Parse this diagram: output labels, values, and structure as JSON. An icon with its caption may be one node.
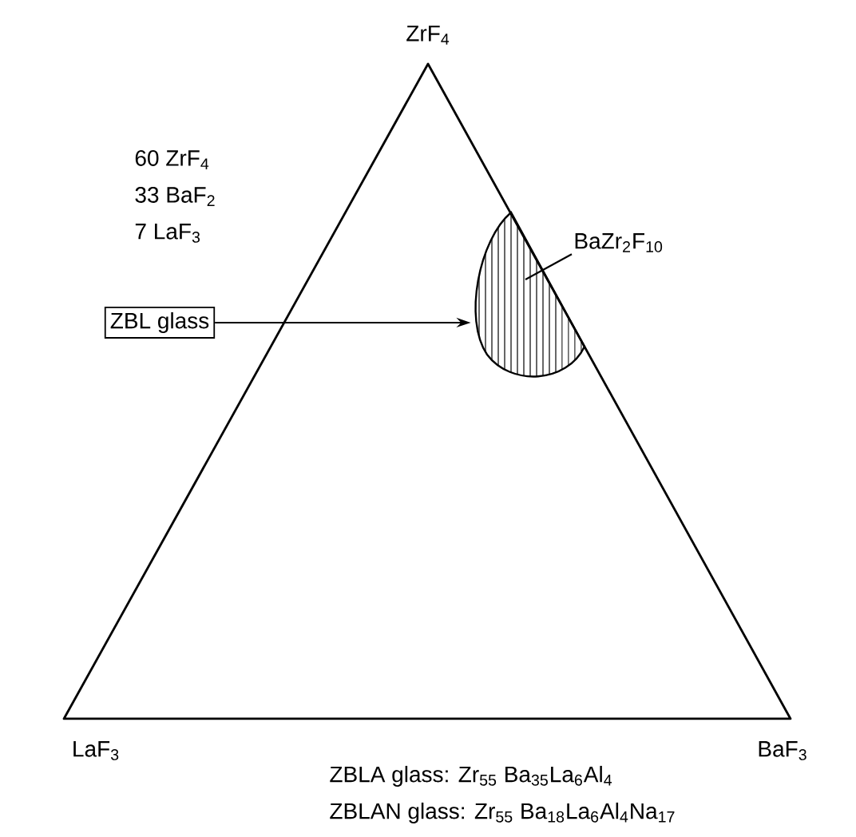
{
  "diagram": {
    "nodes": [
      {
        "text": [
          "ZBL glass"
        ]
      },
      {
        "text": [],
        "shape": "region"
      },
      {
        "text": [
          "BaZr$_{2}$F$_{10}$"
        ]
      }
    ],
    "edges": [
      {
        "from": 0,
        "to": 1,
        "arrow": "to"
      },
      {
        "from": 2,
        "to": 1,
        "arrow": "none"
      }
    ],
    "labels": [
      "ZrF$_{4}$",
      "60 ZrF$_{4}$",
      "33 BaF$_{2}$",
      "7 LaF$_{3}$",
      "LaF$_{3}$",
      "BaF$_{3}$",
      "ZBLA glass: Zr$_{55}$ Ba$_{35}$La$_{6}$Al$_{4}$",
      "ZBLAN glass: Zr$_{55}$ Ba$_{18}$La$_{6}$Al$_{4}$Na$_{17}$"
    ]
  }
}
